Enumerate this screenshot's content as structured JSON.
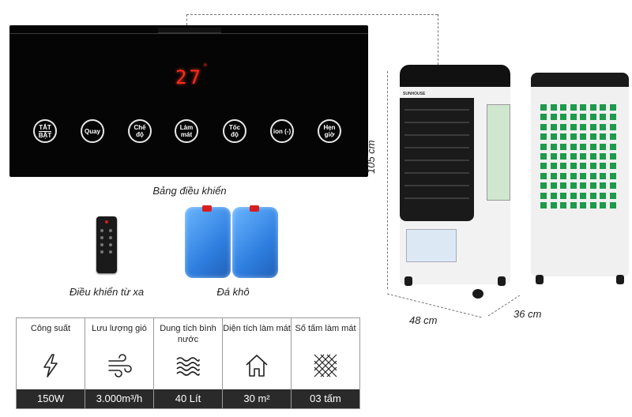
{
  "panel": {
    "temperature": "27",
    "degree_symbol": "°",
    "buttons": [
      {
        "line1": "TẮT",
        "line2": "BẬT"
      },
      {
        "line1": "Quay",
        "line2": ""
      },
      {
        "line1": "Chế độ",
        "line2": ""
      },
      {
        "line1": "Làm",
        "line2": "mát"
      },
      {
        "line1": "Tốc độ",
        "line2": ""
      },
      {
        "line1": "ion (-)",
        "line2": ""
      },
      {
        "line1": "Hẹn",
        "line2": "giờ"
      }
    ],
    "caption": "Bảng điều khiển"
  },
  "accessories": {
    "remote_caption": "Điều khiển từ xa",
    "ice_caption": "Đá khô"
  },
  "dimensions": {
    "height": "105 cm",
    "width": "48 cm",
    "depth": "36 cm"
  },
  "product": {
    "brand": "SUNHOUSE"
  },
  "specs": [
    {
      "label": "Công suất",
      "value": "150W",
      "icon": "lightning-icon"
    },
    {
      "label": "Lưu lượng gió",
      "value": "3.000m³/h",
      "icon": "wind-icon"
    },
    {
      "label": "Dung tích bình nước",
      "value": "40 Lít",
      "icon": "water-waves-icon"
    },
    {
      "label": "Diện tích làm mát",
      "value": "30 m²",
      "icon": "house-icon"
    },
    {
      "label": "Số tấm làm mát",
      "value": "03 tấm",
      "icon": "cooling-pad-icon"
    }
  ],
  "colors": {
    "panel_bg": "#050505",
    "display_red": "#ff2a1a",
    "value_bar": "#2a2a2a",
    "ice_blue": "#2f7fe0",
    "pad_green": "#1d9a4a"
  }
}
